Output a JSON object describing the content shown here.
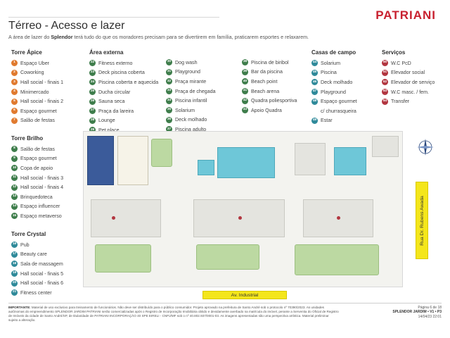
{
  "header": {
    "brand": "PATRIANI",
    "title": "Térreo - Acesso e lazer",
    "intro_prefix": "A área de lazer do ",
    "intro_bold": "Splendor",
    "intro_suffix": " terá tudo do que os moradores precisam para se divertirem em família, praticarem esportes e relaxarem."
  },
  "torre_apice": {
    "heading": "Torre Ápice",
    "items": [
      {
        "n": "1",
        "label": "Espaço Uber"
      },
      {
        "n": "2",
        "label": "Coworking"
      },
      {
        "n": "3",
        "label": "Hall social - finais 1"
      },
      {
        "n": "4",
        "label": "Minimercado"
      },
      {
        "n": "5",
        "label": "Hall social - finais 2"
      },
      {
        "n": "6",
        "label": "Espaço gourmet"
      },
      {
        "n": "7",
        "label": "Salão de festas"
      }
    ]
  },
  "torre_brilho": {
    "heading": "Torre Brilho",
    "items": [
      {
        "n": "8",
        "label": "Salão de festas"
      },
      {
        "n": "9",
        "label": "Espaço gourmet"
      },
      {
        "n": "10",
        "label": "Copa de apoio"
      },
      {
        "n": "11",
        "label": "Hall social - finais 3"
      },
      {
        "n": "12",
        "label": "Hall social - finais 4"
      },
      {
        "n": "13",
        "label": "Brinquedoteca"
      },
      {
        "n": "14",
        "label": "Espaço influencer"
      },
      {
        "n": "15",
        "label": "Espaço metaverso"
      }
    ]
  },
  "torre_crystal": {
    "heading": "Torre Crystal",
    "items": [
      {
        "n": "16",
        "label": "Pub"
      },
      {
        "n": "17",
        "label": "Beauty care"
      },
      {
        "n": "18",
        "label": "Sala de massagem"
      },
      {
        "n": "19",
        "label": "Hall social - finais 5"
      },
      {
        "n": "20",
        "label": "Hall social - finais 6"
      },
      {
        "n": "21",
        "label": "Fitness center"
      }
    ]
  },
  "area_externa": {
    "heading": "Área externa",
    "col1": [
      {
        "n": "22",
        "label": "Fitness externo"
      },
      {
        "n": "23",
        "label": "Deck piscina coberta"
      },
      {
        "n": "24",
        "label": "Piscina coberta e aquecida"
      },
      {
        "n": "25",
        "label": "Ducha circular"
      },
      {
        "n": "26",
        "label": "Sauna seca"
      },
      {
        "n": "27",
        "label": "Praça da lareira"
      },
      {
        "n": "28",
        "label": "Lounge"
      },
      {
        "n": "29",
        "label": "Pet place"
      }
    ],
    "col2": [
      {
        "n": "30",
        "label": "Dog wash"
      },
      {
        "n": "31",
        "label": "Playground"
      },
      {
        "n": "32",
        "label": "Praça mirante"
      },
      {
        "n": "33",
        "label": "Praça de chegada"
      },
      {
        "n": "34",
        "label": "Piscina infantil"
      },
      {
        "n": "35",
        "label": "Solarium"
      },
      {
        "n": "36",
        "label": "Deck molhado"
      },
      {
        "n": "37",
        "label": "Piscina adulto"
      }
    ],
    "col3": [
      {
        "n": "38",
        "label": "Piscina de biribol"
      },
      {
        "n": "39",
        "label": "Bar da piscina"
      },
      {
        "n": "40",
        "label": "Beach point"
      },
      {
        "n": "41",
        "label": "Beach arena"
      },
      {
        "n": "42",
        "label": "Quadra poliesportiva"
      },
      {
        "n": "43",
        "label": "Apoio Quadra"
      }
    ]
  },
  "casas_de_campo": {
    "heading": "Casas de campo",
    "items": [
      {
        "n": "44",
        "label": "Solarium"
      },
      {
        "n": "45",
        "label": "Piscina"
      },
      {
        "n": "46",
        "label": "Deck molhado"
      },
      {
        "n": "47",
        "label": "Playground"
      },
      {
        "n": "48",
        "label": "Espaço gourmet"
      },
      {
        "n": "",
        "label": "c/ churrasqueira"
      },
      {
        "n": "49",
        "label": "Estar"
      }
    ]
  },
  "servicos": {
    "heading": "Serviços",
    "items": [
      {
        "n": "50",
        "label": "W.C PcD"
      },
      {
        "n": "51",
        "label": "Elevador social"
      },
      {
        "n": "52",
        "label": "Elevador de serviço"
      },
      {
        "n": "53",
        "label": "W.C masc. / fem."
      },
      {
        "n": "54",
        "label": "Transfer"
      }
    ]
  },
  "map": {
    "street_right": "Rua Dr. Rubens Awada",
    "street_bottom": "Av. Industrial",
    "compass_icon": "compass-icon"
  },
  "footer": {
    "label": "IMPORTANTE:",
    "text": " Material de uso exclusivo para treinamento de funcionários. Não deve ser distribuído para o público consumidor. Projeto aprovado na prefeitura de Santo André sob o protocolo nº 70390/2023. As unidades autônomas do empreendimento SPLENDOR JARDIM PATRIANI serão comercializadas após o Registro de Incorporação Imobiliária obtido e devidamente averbado na matrícula do imóvel, perante a Serventia do Oficial de Registro de Imóveis da cidade de Santo André/SP, de titularidade de PATRIANI INCORPORAÇÃO 40 SPE EIRELI - CNPJ/MF sob o nº 40.802.937/0001-03. As imagens apresentadas são uma perspectiva artística. Material preliminar sujeito a alteração.",
    "page": "Página 6 de 18",
    "doc": "SPLENDOR JARDIM • V1 • P3",
    "date": "14/04/23 22:01"
  },
  "colors": {
    "brand": "#c8202f",
    "torre_apice": "#e07a2f",
    "torre_brilho": "#3e7d4b",
    "torre_crystal": "#2f8a9a",
    "area_externa": "#3e7d4b",
    "casas_de_campo": "#2f8a9a",
    "servicos": "#b23640",
    "street": "#f4e61b"
  }
}
